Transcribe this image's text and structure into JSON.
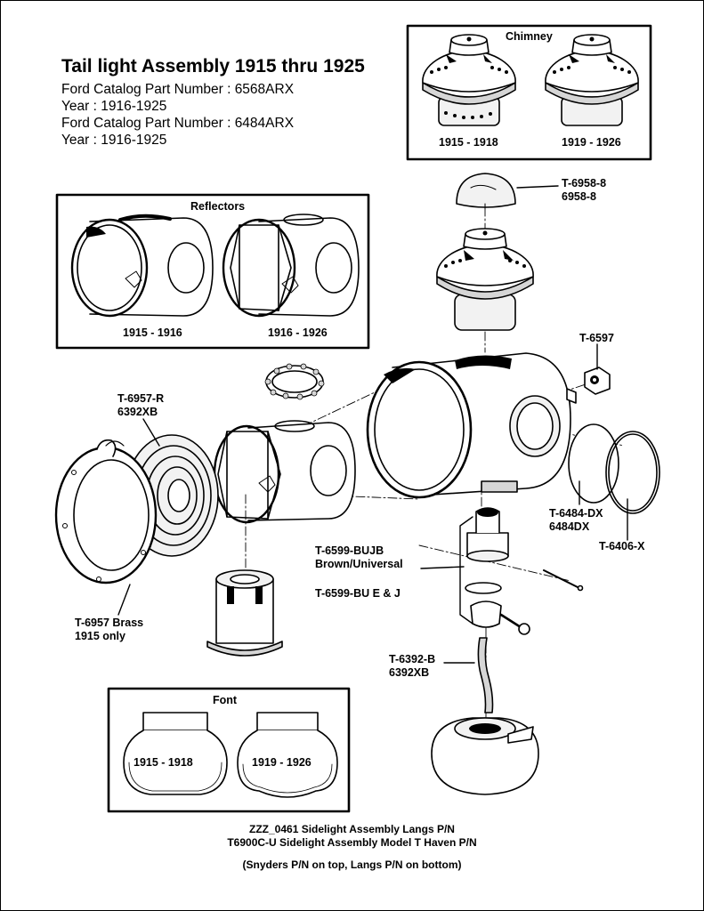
{
  "title": "Tail light Assembly 1915 thru 1925",
  "info_lines": [
    "Ford Catalog Part Number : 6568ARX",
    "Year : 1916-1925",
    "Ford Catalog Part Number : 6484ARX",
    "Year : 1916-1925"
  ],
  "chimney_box": {
    "title": "Chimney",
    "years": [
      "1915 - 1918",
      "1919 - 1926"
    ]
  },
  "reflectors_box": {
    "title": "Reflectors",
    "years": [
      "1915 - 1916",
      "1916 - 1926"
    ]
  },
  "font_box": {
    "title": "Font",
    "years": [
      "1915 - 1918",
      "1919 - 1926"
    ]
  },
  "callouts": {
    "t6958": [
      "T-6958-8",
      "6958-8"
    ],
    "t6597": [
      "T-6597"
    ],
    "t6957r": [
      "T-6957-R",
      "6392XB"
    ],
    "t6484dx": [
      "T-6484-DX",
      "6484DX"
    ],
    "t6406x": [
      "T-6406-X"
    ],
    "t6599bujb": [
      "T-6599-BUJB",
      "Brown/Universal"
    ],
    "t6599bu": [
      "T-6599-BU E & J"
    ],
    "t6957brass": [
      "T-6957 Brass",
      "1915 only"
    ],
    "t6392b": [
      "T-6392-B",
      "6392XB"
    ]
  },
  "footer": [
    "ZZZ_0461 Sidelight Assembly  Langs P/N",
    "T6900C-U Sidelight Assembly Model T Haven P/N",
    "(Snyders P/N on top, Langs P/N on bottom)"
  ],
  "colors": {
    "ink": "#000000",
    "paper": "#ffffff",
    "fill": "#f2f2f2",
    "shade": "#d6d6d6",
    "dark": "#1a1a1a"
  }
}
